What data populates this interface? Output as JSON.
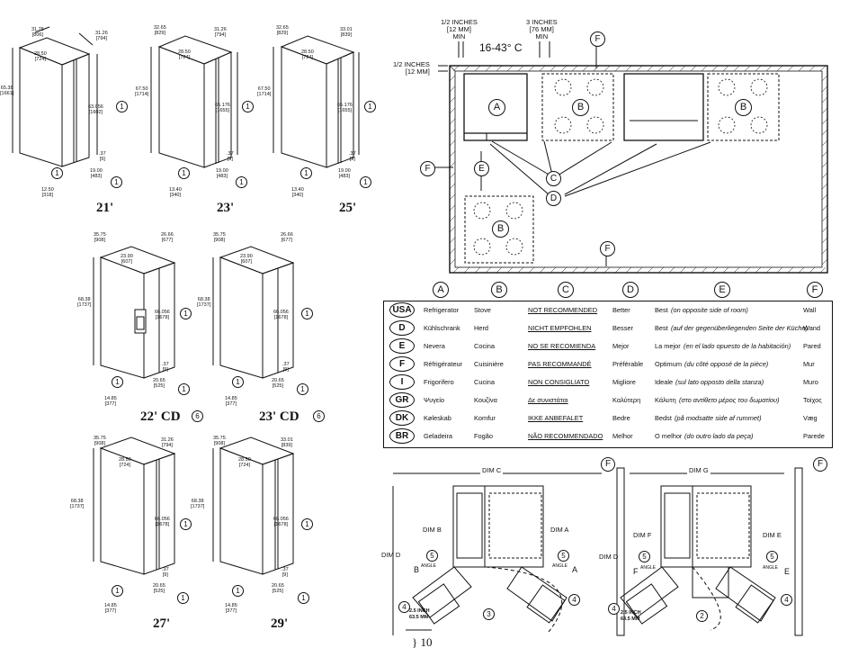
{
  "models": [
    {
      "id": "m21",
      "label": "21'",
      "w": "31.75\n[806]",
      "d": "31.26\n[794]",
      "i": "28.50\n[724]",
      "h": "65.38\n[1661]",
      "hd": "63.056\n[1602]",
      "g": ".37\n[9]",
      "s": "19.00\n[483]",
      "b": "12.50\n[318]"
    },
    {
      "id": "m23",
      "label": "23'",
      "w": "32.65\n[829]",
      "d": "31.26\n[794]",
      "i": "28.50\n[724]",
      "h": "67.50\n[1714]",
      "hd": "65.176\n[1655]",
      "g": ".37\n[9]",
      "s": "19.00\n[483]",
      "b": "13.40\n[340]"
    },
    {
      "id": "m25",
      "label": "25'",
      "w": "32.65\n[829]",
      "d": "33.01\n[839]",
      "i": "28.50\n[724]",
      "h": "67.50\n[1714]",
      "hd": "65.176\n[1655]",
      "g": ".37\n[9]",
      "s": "19.00\n[483]",
      "b": "13.40\n[340]"
    },
    {
      "id": "m22cd",
      "label": "22' CD",
      "w": "35.75\n[908]",
      "d": "26.66\n[677]",
      "i": "23.90\n[607]",
      "h": "68.38\n[1737]",
      "hd": "66.056\n[1678]",
      "g": ".37\n[9]",
      "s": "20.65\n[525]",
      "b": "14.85\n[377]"
    },
    {
      "id": "m23cd",
      "label": "23' CD",
      "w": "35.75\n[908]",
      "d": "26.66\n[677]",
      "i": "23.90\n[607]",
      "h": "68.38\n[1737]",
      "hd": "66.056\n[1678]",
      "g": ".37\n[9]",
      "s": "20.65\n[525]",
      "b": "14.85\n[377]"
    },
    {
      "id": "m27",
      "label": "27'",
      "w": "35.75\n[908]",
      "d": "31.26\n[794]",
      "i": "28.50\n[724]",
      "h": "68.38\n[1737]",
      "hd": "66.056\n[1678]",
      "g": ".37\n[9]",
      "s": "20.65\n[525]",
      "b": "14.85\n[377]"
    },
    {
      "id": "m29",
      "label": "29'",
      "w": "35.75\n[908]",
      "d": "33.01\n[839]",
      "i": "28.50\n[724]",
      "h": "68.38\n[1737]",
      "hd": "66.056\n[1678]",
      "g": ".37\n[9]",
      "s": "20.65\n[525]",
      "b": "14.85\n[377]"
    }
  ],
  "callouts": {
    "one": "1",
    "six": "6"
  },
  "plan": {
    "half_inch": "1/2 INCHES\n[12 MM]\nMIN",
    "three_inch": "3 INCHES\n[76 MM]\nMIN",
    "temp": "16-43° C",
    "side_half": "1/2 INCHES\n[12 MM]",
    "A": "A",
    "B": "B",
    "C": "C",
    "D": "D",
    "E": "E",
    "F": "F"
  },
  "legend": {
    "headers": [
      "A",
      "B",
      "C",
      "D",
      "E",
      "F"
    ],
    "rows": [
      {
        "code": "USA",
        "a": "Refrigerator",
        "b": "Stove",
        "c": "NOT RECOMMENDED",
        "d": "Better",
        "e": "Best",
        "e2": "(on opposite side of room)",
        "f": "Wall"
      },
      {
        "code": "D",
        "a": "Kühlschrank",
        "b": "Herd",
        "c": "NICHT EMPFOHLEN",
        "d": "Besser",
        "e": "Best",
        "e2": "(auf der gegenüberliegenden Seite der Küche)",
        "f": "Wand"
      },
      {
        "code": "E",
        "a": "Nevera",
        "b": "Cocina",
        "c": "NO SE RECOMIENDA",
        "d": "Mejor",
        "e": "La mejor",
        "e2": "(en el lado opuesto de la habitación)",
        "f": "Pared"
      },
      {
        "code": "F",
        "a": "Réfrigérateur",
        "b": "Cuisinière",
        "c": "PAS RECOMMANDÉ",
        "d": "Préférable",
        "e": "Optimum",
        "e2": "(du côté opposé de la pièce)",
        "f": "Mur"
      },
      {
        "code": "I",
        "a": "Frigorifero",
        "b": "Cucina",
        "c": "NON CONSIGLIATO",
        "d": "Migliore",
        "e": "Ideale",
        "e2": "(sul lato opposto della stanza)",
        "f": "Muro"
      },
      {
        "code": "GR",
        "a": "Ψυγείο",
        "b": "Κουζίνα",
        "c": "Δε συνιστάται",
        "d": "Καλύτερη",
        "e": "Κάλυτη",
        "e2": "(στο αντίθετο μέρος του δωματίου)",
        "f": "Τοίχος"
      },
      {
        "code": "DK",
        "a": "Køleskab",
        "b": "Komfur",
        "c": "IKKE ANBEFALET",
        "d": "Bedre",
        "e": "Bedst",
        "e2": "(på modsatte side af rummet)",
        "f": "Væg"
      },
      {
        "code": "BR",
        "a": "Geladeira",
        "b": "Fogão",
        "c": "NÃO RECOMMENDADO",
        "d": "Melhor",
        "e": "O melhor",
        "e2": "(do outro lado da peça)",
        "f": "Parede"
      }
    ]
  },
  "clearance": {
    "dimC": "DIM C",
    "dimB": "DIM B",
    "dimA": "DIM A",
    "dimD": "DIM D",
    "dimG": "DIM G",
    "dimF": "DIM F",
    "dimE": "DIM E",
    "angleB": "B",
    "angleA": "A",
    "angleF": "F",
    "angleE": "E",
    "angle": "ANGLE",
    "inch": "2.5 INCH\n63.5 MM",
    "n3": "3",
    "n4": "4",
    "n5": "5",
    "n2": "2",
    "F": "F"
  },
  "page_number": "} 10"
}
